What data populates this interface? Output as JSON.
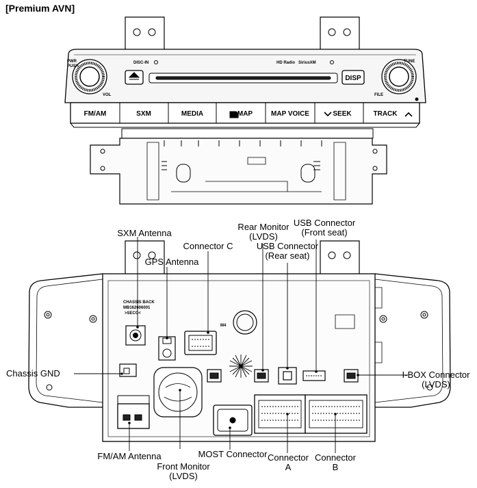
{
  "header": "[Premium AVN]",
  "front": {
    "knob_left_top": [
      "PWR",
      "PUSH"
    ],
    "knob_left_bottom": "VOL",
    "knob_right_top": "TUNE",
    "knob_right_bottom": "FILE",
    "disc_in": "DISC-IN",
    "disp": "DISP",
    "hd_logo": "HD Radio",
    "sirius_logo": "SiriusXM",
    "buttons": [
      "FM/AM",
      "SXM",
      "MEDIA",
      "MAP",
      "MAP  VOICE",
      "SEEK",
      "TRACK"
    ]
  },
  "rear": {
    "chassis_text": [
      "CHASSIS BACK",
      "MB162606001",
      ">SECC<"
    ],
    "m4": "M4"
  },
  "labels": {
    "sxm_antenna": "SXM Antenna",
    "gps_antenna": "GPS Antenna",
    "connector_c": "Connector C",
    "rear_monitor": [
      "Rear Monitor",
      "(LVDS)"
    ],
    "usb_front": [
      "USB Connector",
      "(Front seat)"
    ],
    "usb_rear": [
      "USB Connector",
      "(Rear seat)"
    ],
    "chassis_gnd": "Chassis GND",
    "ibox": [
      "I-BOX Connector",
      "(LVDS)"
    ],
    "fm_am_antenna": "FM/AM Antenna",
    "front_monitor": [
      "Front Monitor",
      "(LVDS)"
    ],
    "most_connector": "MOST Connector",
    "connector_a": [
      "Connector",
      "A"
    ],
    "connector_b": [
      "Connector",
      "B"
    ]
  }
}
